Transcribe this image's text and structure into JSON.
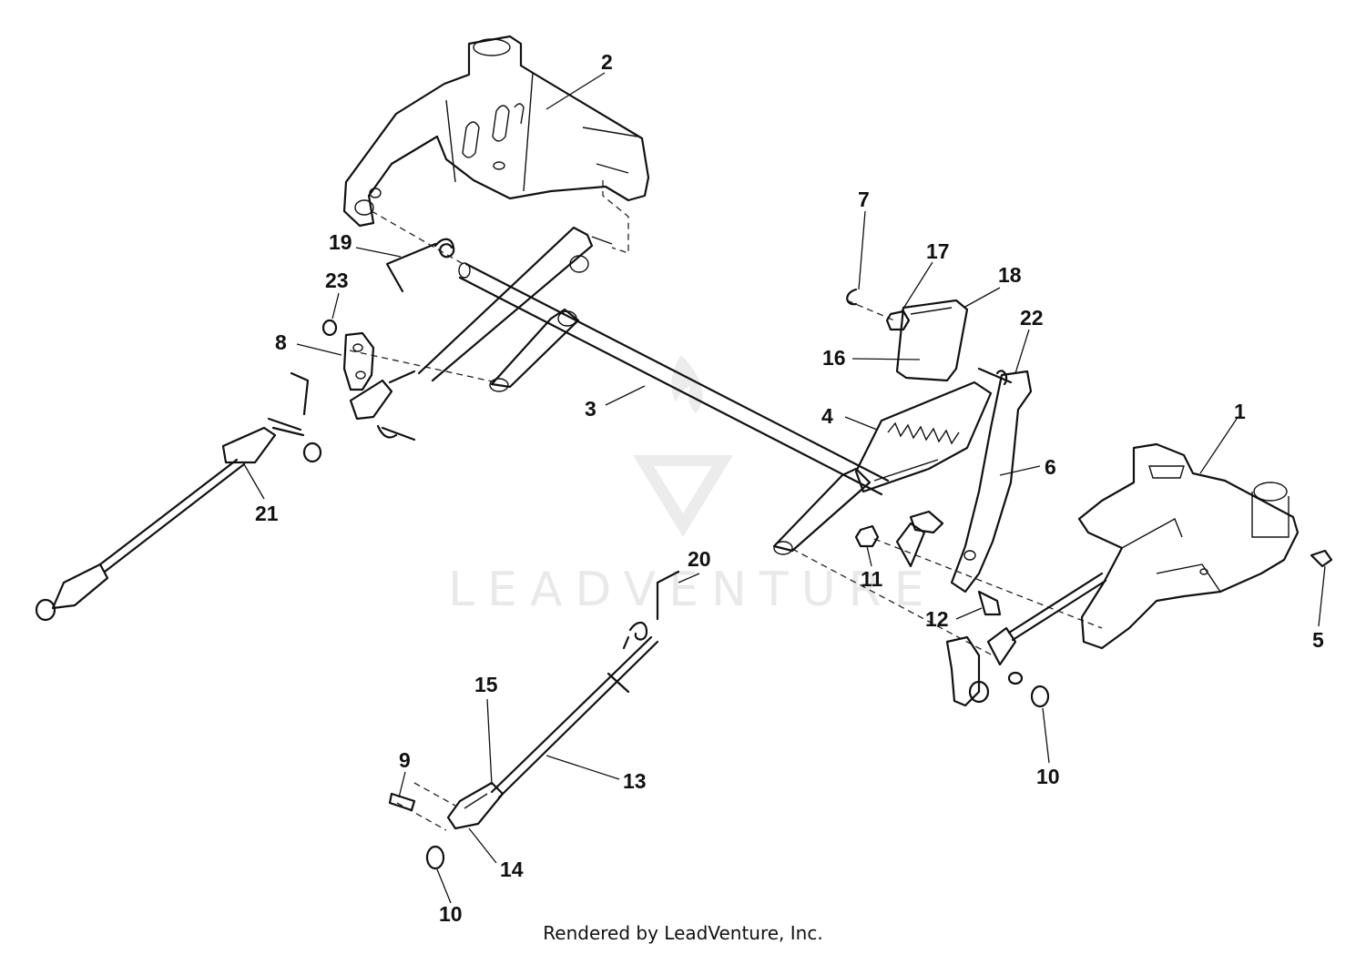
{
  "watermark": {
    "text": "LEADVENTURE"
  },
  "footer": {
    "text": "Rendered by LeadVenture, Inc."
  },
  "callouts": {
    "c1": "1",
    "c2": "2",
    "c3": "3",
    "c4": "4",
    "c5": "5",
    "c6": "6",
    "c7": "7",
    "c8": "8",
    "c9": "9",
    "c10a": "10",
    "c10b": "10",
    "c11": "11",
    "c12": "12",
    "c13": "13",
    "c14": "14",
    "c15": "15",
    "c16": "16",
    "c17": "17",
    "c18": "18",
    "c19": "19",
    "c20": "20",
    "c21": "21",
    "c22": "22",
    "c23": "23"
  }
}
